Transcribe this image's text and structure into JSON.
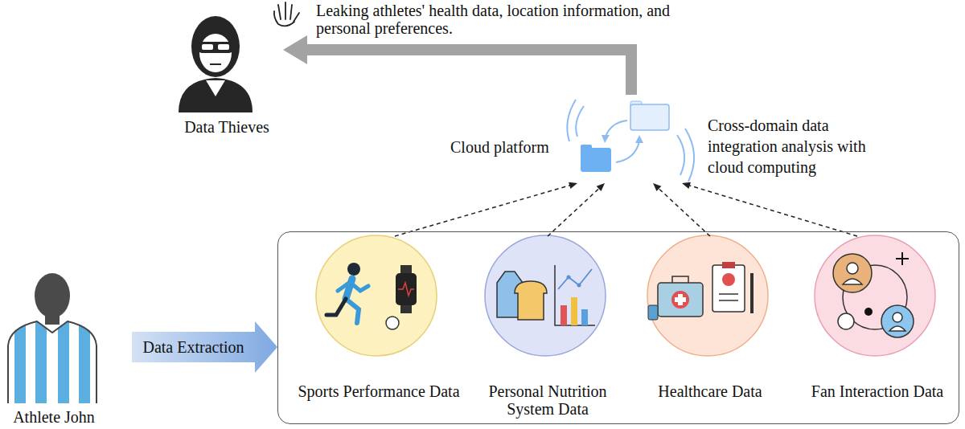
{
  "diagram": {
    "nodes": [
      {
        "text": [
          "Data Thieves"
        ]
      },
      {
        "text": [
          "Cloud platform"
        ]
      },
      {
        "text": [
          "Athlete John"
        ]
      },
      {
        "text": []
      },
      {
        "text": [
          "Sports Performance Data"
        ],
        "in": 3
      },
      {
        "text": [
          "Personal Nutrition System Data"
        ],
        "in": 3
      },
      {
        "text": [
          "Healthcare Data"
        ],
        "in": 3
      },
      {
        "text": [
          "Fan Interaction Data"
        ],
        "in": 3
      }
    ],
    "edges": [
      {
        "from": 1,
        "to": 0,
        "arrow": "to",
        "label": "Leaking athletes' health data, location information, and personal preferences."
      },
      {
        "from": 2,
        "to": 3,
        "arrow": "to",
        "label": "Data Extraction"
      },
      {
        "from": 4,
        "to": 1,
        "arrow": "to"
      },
      {
        "from": 5,
        "to": 1,
        "arrow": "to"
      },
      {
        "from": 6,
        "to": 1,
        "arrow": "to"
      },
      {
        "from": 7,
        "to": 1,
        "arrow": "to"
      }
    ],
    "labels": [
      "Cross-domain data integration analysis with cloud computing"
    ]
  }
}
